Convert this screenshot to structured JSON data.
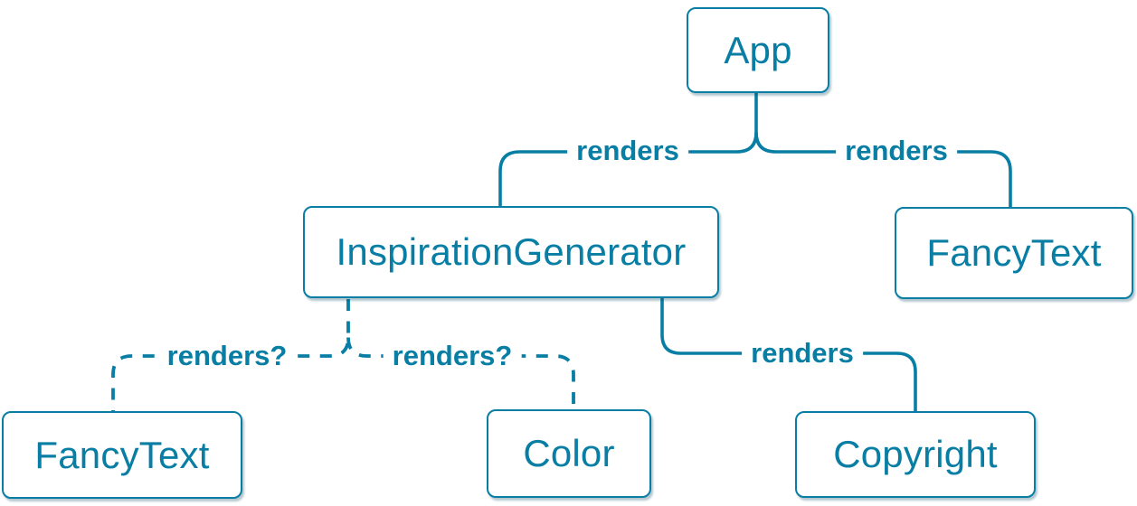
{
  "diagram": {
    "accent_color": "#087ea4",
    "node_fill": "#ffffff",
    "nodes": [
      {
        "id": "app",
        "label": "App"
      },
      {
        "id": "inspiration-generator",
        "label": "InspirationGenerator"
      },
      {
        "id": "fancy-text-top",
        "label": "FancyText"
      },
      {
        "id": "fancy-text-bottom",
        "label": "FancyText"
      },
      {
        "id": "color",
        "label": "Color"
      },
      {
        "id": "copyright",
        "label": "Copyright"
      }
    ],
    "edges": [
      {
        "from": "app",
        "to": "inspiration-generator",
        "label": "renders",
        "style": "solid"
      },
      {
        "from": "app",
        "to": "fancy-text-top",
        "label": "renders",
        "style": "solid"
      },
      {
        "from": "inspiration-generator",
        "to": "copyright",
        "label": "renders",
        "style": "solid"
      },
      {
        "from": "inspiration-generator",
        "to": "fancy-text-bottom",
        "label": "renders?",
        "style": "dashed"
      },
      {
        "from": "inspiration-generator",
        "to": "color",
        "label": "renders?",
        "style": "dashed"
      }
    ]
  }
}
